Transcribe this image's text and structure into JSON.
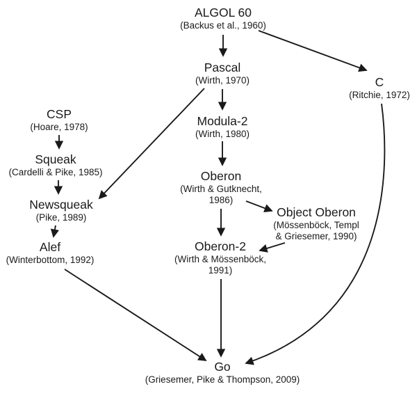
{
  "colors": {
    "ink": "#1a1a1a",
    "background": "#ffffff"
  },
  "nodes": {
    "algol": {
      "name": "ALGOL 60",
      "credit": "(Backus et al., 1960)"
    },
    "pascal": {
      "name": "Pascal",
      "credit": "(Wirth, 1970)"
    },
    "modula2": {
      "name": "Modula-2",
      "credit": "(Wirth, 1980)"
    },
    "oberon": {
      "name": "Oberon",
      "credit1": "(Wirth & Gutknecht,",
      "credit2": "1986)"
    },
    "object_oberon": {
      "name": "Object Oberon",
      "credit1": "(Mössenböck, Templ",
      "credit2": "& Griesemer, 1990)"
    },
    "oberon2": {
      "name": "Oberon-2",
      "credit1": "(Wirth & Mössenböck,",
      "credit2": "1991)"
    },
    "csp": {
      "name": "CSP",
      "credit": "(Hoare, 1978)"
    },
    "squeak": {
      "name": "Squeak",
      "credit": "(Cardelli & Pike, 1985)"
    },
    "newsqueak": {
      "name": "Newsqueak",
      "credit": "(Pike, 1989)"
    },
    "alef": {
      "name": "Alef",
      "credit": "(Winterbottom, 1992)"
    },
    "c": {
      "name": "C",
      "credit": "(Ritchie, 1972)"
    },
    "go": {
      "name": "Go",
      "credit": "(Griesemer, Pike & Thompson, 2009)"
    }
  },
  "edges": [
    {
      "from": "algol",
      "to": "pascal"
    },
    {
      "from": "algol",
      "to": "c"
    },
    {
      "from": "pascal",
      "to": "modula2"
    },
    {
      "from": "pascal",
      "to": "newsqueak"
    },
    {
      "from": "modula2",
      "to": "oberon"
    },
    {
      "from": "oberon",
      "to": "object_oberon"
    },
    {
      "from": "oberon",
      "to": "oberon2"
    },
    {
      "from": "object_oberon",
      "to": "oberon2"
    },
    {
      "from": "oberon2",
      "to": "go"
    },
    {
      "from": "csp",
      "to": "squeak"
    },
    {
      "from": "squeak",
      "to": "newsqueak"
    },
    {
      "from": "newsqueak",
      "to": "alef"
    },
    {
      "from": "alef",
      "to": "go"
    },
    {
      "from": "c",
      "to": "go"
    }
  ]
}
